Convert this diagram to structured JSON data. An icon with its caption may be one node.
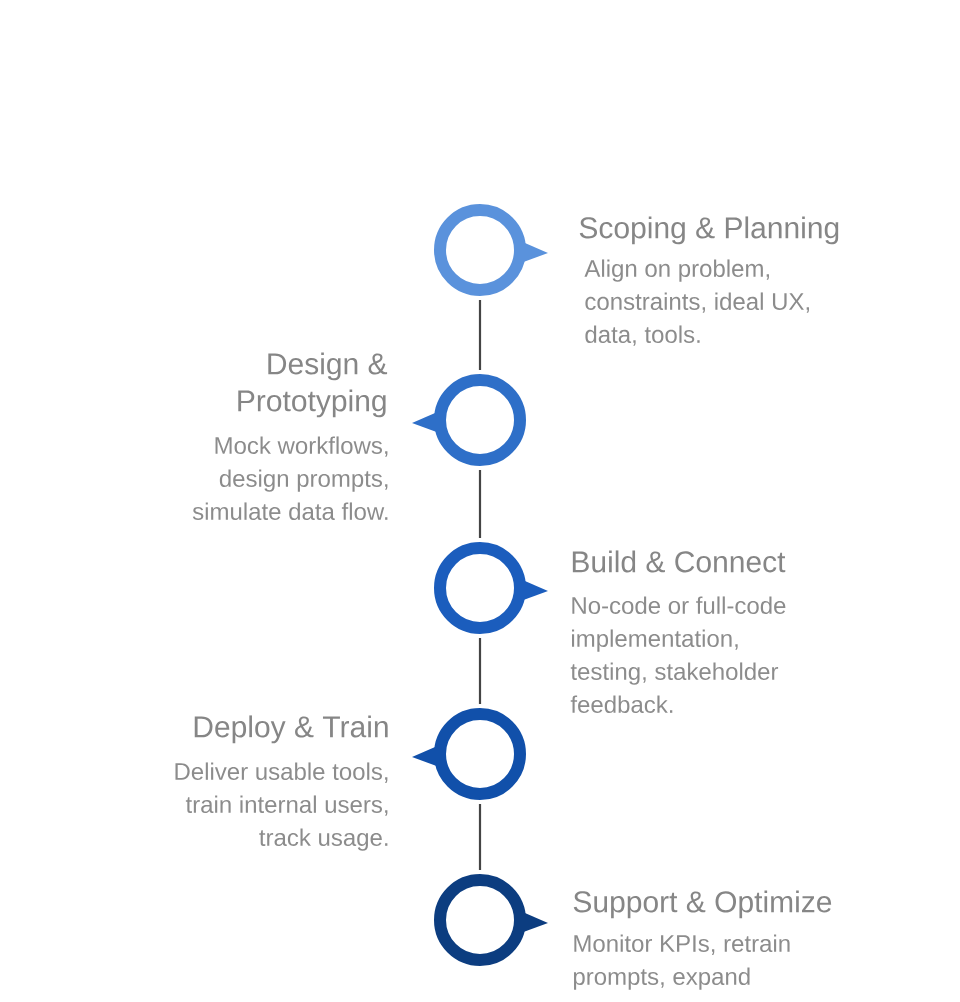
{
  "diagram": {
    "nodes": [
      {
        "text": [],
        "shape": "circle",
        "beside": [
          "Scoping & Planning",
          "Align on problem, constraints, ideal UX, data, tools."
        ]
      },
      {
        "text": [],
        "shape": "circle",
        "beside": [
          "Design & Prototyping",
          "Mock workflows, design prompts, simulate data flow."
        ]
      },
      {
        "text": [],
        "shape": "circle",
        "beside": [
          "Build & Connect",
          "No-code or full-code implementation, testing, stakeholder feedback."
        ]
      },
      {
        "text": [],
        "shape": "circle",
        "beside": [
          "Deploy & Train",
          "Deliver usable tools, train internal users, track usage."
        ]
      },
      {
        "text": [],
        "shape": "circle",
        "beside": [
          "Support & Optimize",
          "Monitor KPIs, retrain prompts, expand"
        ]
      }
    ],
    "edges": [
      {
        "from": 0,
        "to": 1,
        "arrow": "none"
      },
      {
        "from": 1,
        "to": 2,
        "arrow": "none"
      },
      {
        "from": 2,
        "to": 3,
        "arrow": "none"
      },
      {
        "from": 3,
        "to": 4,
        "arrow": "none"
      }
    ]
  }
}
